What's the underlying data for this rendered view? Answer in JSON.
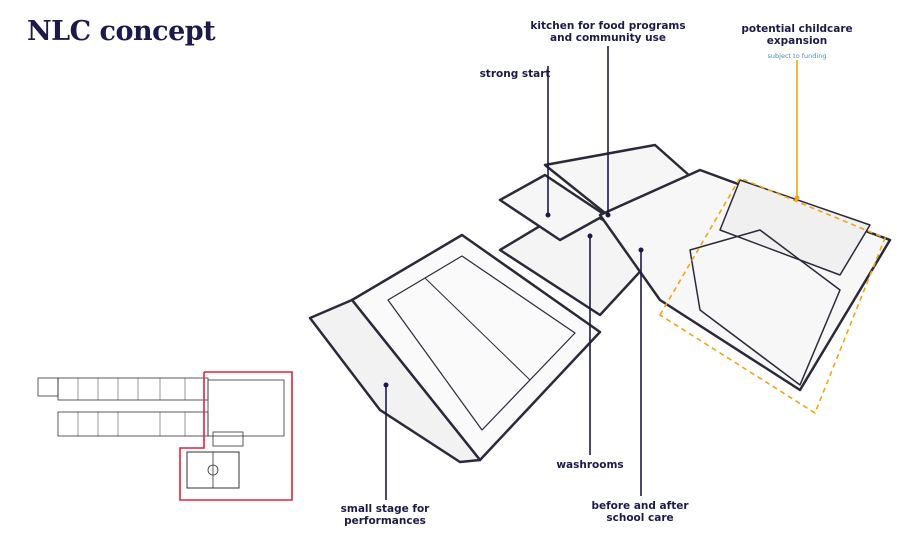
{
  "title": "NLC concept",
  "labels": {
    "kitchen": "kitchen for food programs\nand community use",
    "kitchen_l1": "kitchen for food programs",
    "kitchen_l2": "and community use",
    "strong_start": "strong start",
    "childcare_l1": "potential childcare",
    "childcare_l2": "expansion",
    "childcare_note": "subject to funding",
    "washrooms": "washrooms",
    "before_after_l1": "before and after",
    "before_after_l2": "school care",
    "stage_l1": "small stage for",
    "stage_l2": "performances"
  },
  "colors": {
    "navy": "#1c1a4a",
    "orange": "#f2a413",
    "red": "#e8213a",
    "note_blue": "#4a8bb5"
  }
}
